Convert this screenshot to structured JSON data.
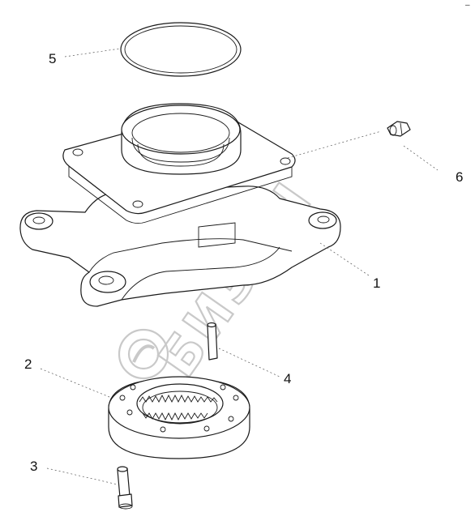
{
  "callouts": {
    "c1": "1",
    "c2": "2",
    "c3": "3",
    "c4": "4",
    "c5": "5",
    "c6": "6"
  },
  "watermark": {
    "text": "БИЗОН",
    "color": "#c9c9c9"
  },
  "corner_mark": "–",
  "colors": {
    "line": "#1a1a1a",
    "background": "#ffffff"
  }
}
